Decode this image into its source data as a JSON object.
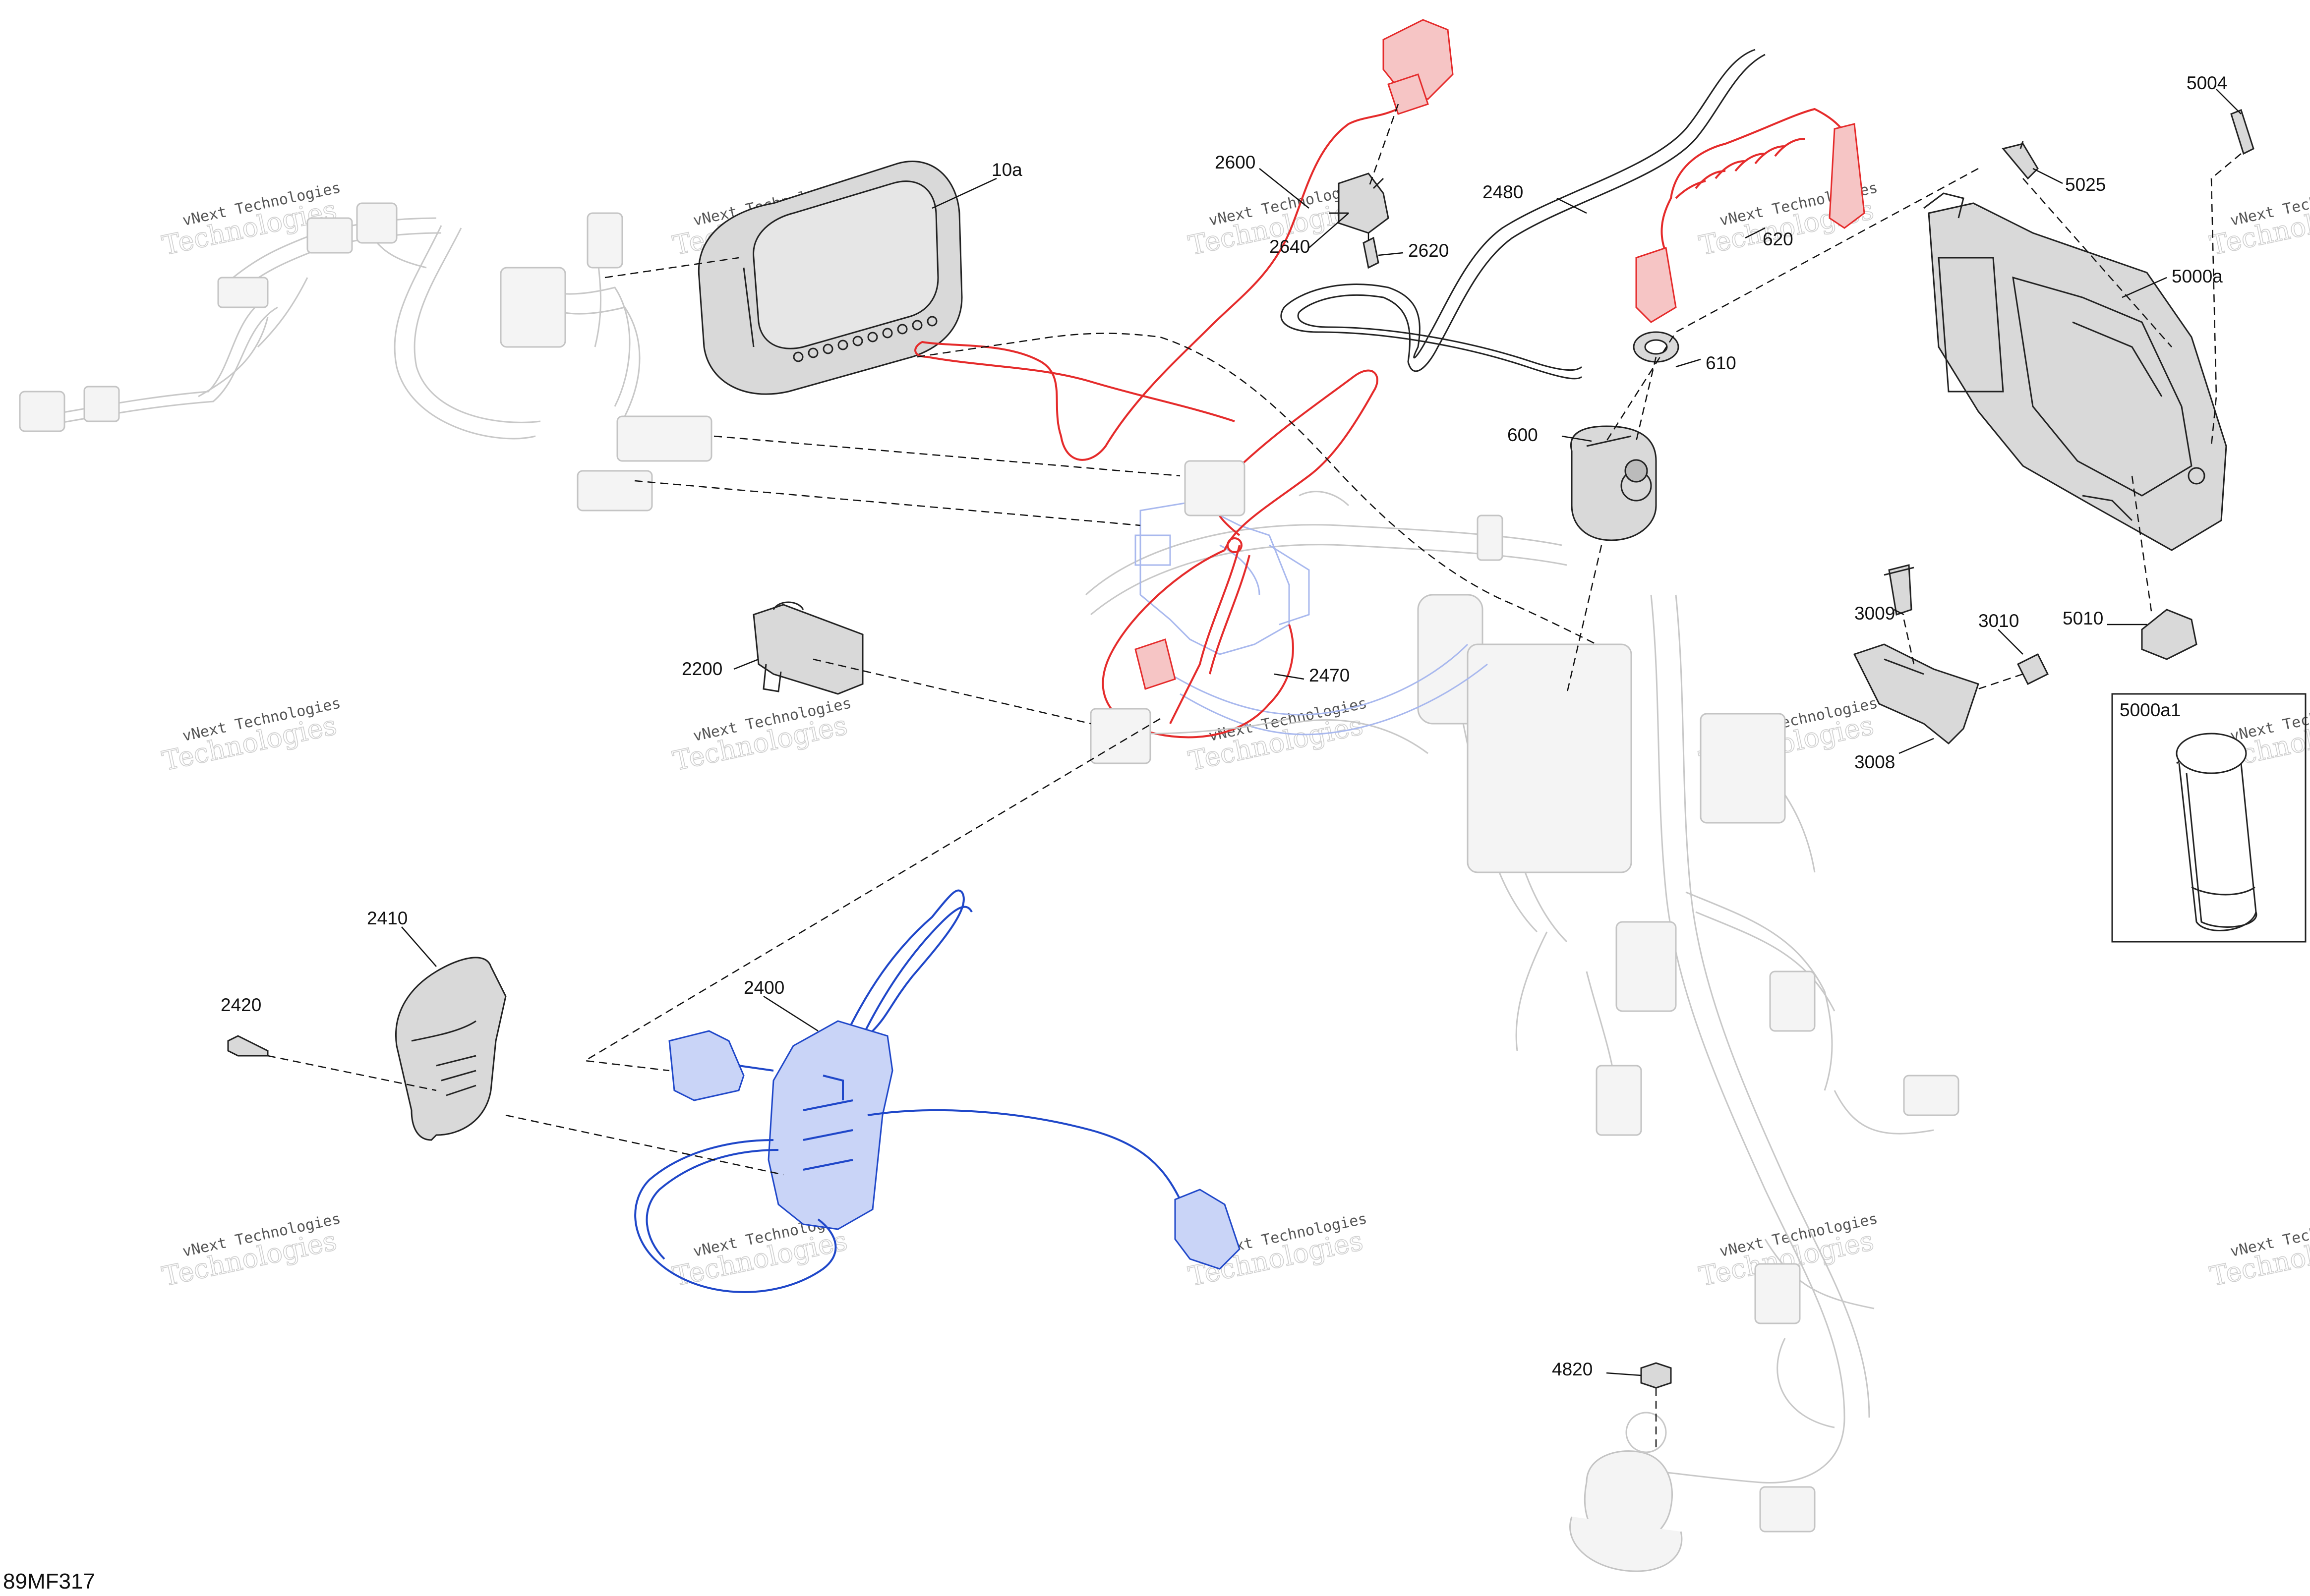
{
  "diagram_id": "89MF317",
  "watermark": {
    "line1": "vNext Technologies",
    "line2": "Technologies"
  },
  "callouts": {
    "c10a": "10a",
    "c2600": "2600",
    "c2640": "2640",
    "c2620": "2620",
    "c2480": "2480",
    "c620": "620",
    "c610": "610",
    "c600": "600",
    "c5004": "5004",
    "c5025": "5025",
    "c5000a": "5000a",
    "c3009": "3009",
    "c3010": "3010",
    "c5010": "5010",
    "c3008": "3008",
    "c5000a1": "5000a1",
    "c2200": "2200",
    "c2470": "2470",
    "c2410": "2410",
    "c2420": "2420",
    "c2400": "2400",
    "c4820": "4820"
  }
}
